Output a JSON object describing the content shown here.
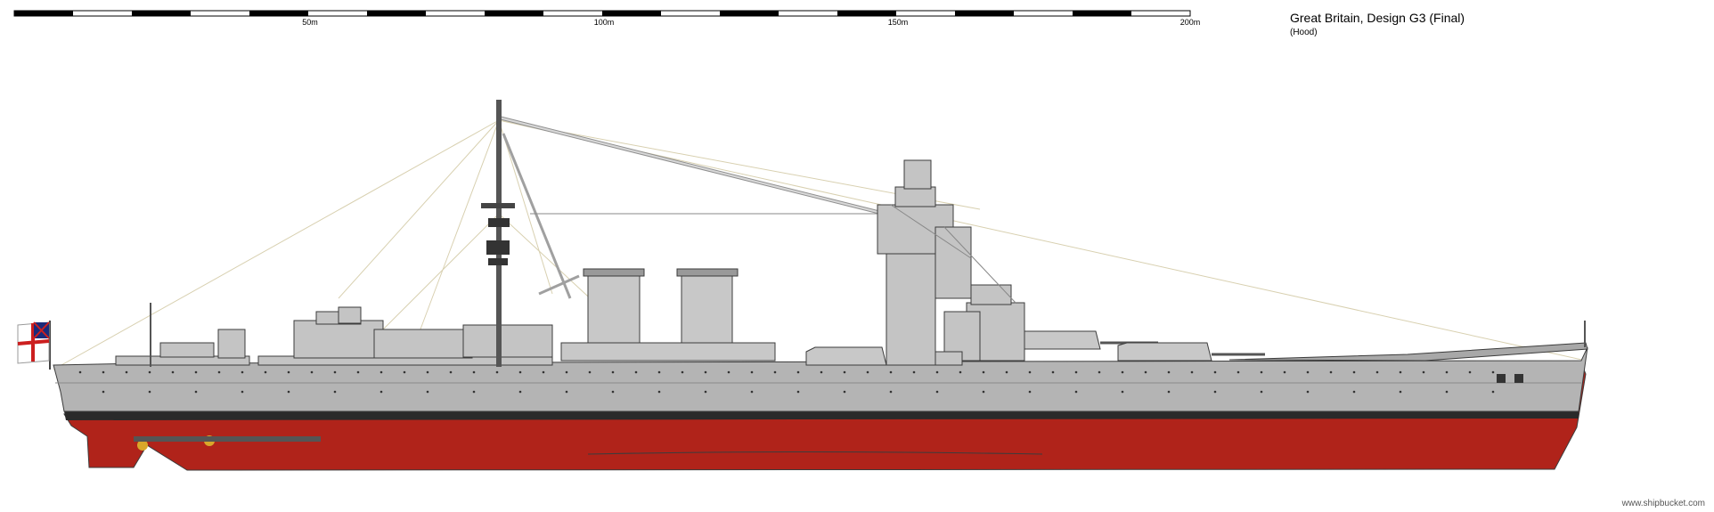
{
  "header": {
    "title": "Great Britain, Design G3 (Final)",
    "subtitle": "(Hood)"
  },
  "scale": {
    "labels": [
      "50m",
      "100m",
      "150m",
      "200m"
    ]
  },
  "footer": {
    "credit": "www.shipbucket.com"
  },
  "colors": {
    "hull_upper": "#b4b4b4",
    "hull_lower": "#b0231a",
    "boot_topping": "#2a2a2a",
    "superstructure": "#c4c4c4",
    "outline": "#3c3c3c",
    "ensign_red": "#cc1f1f"
  }
}
